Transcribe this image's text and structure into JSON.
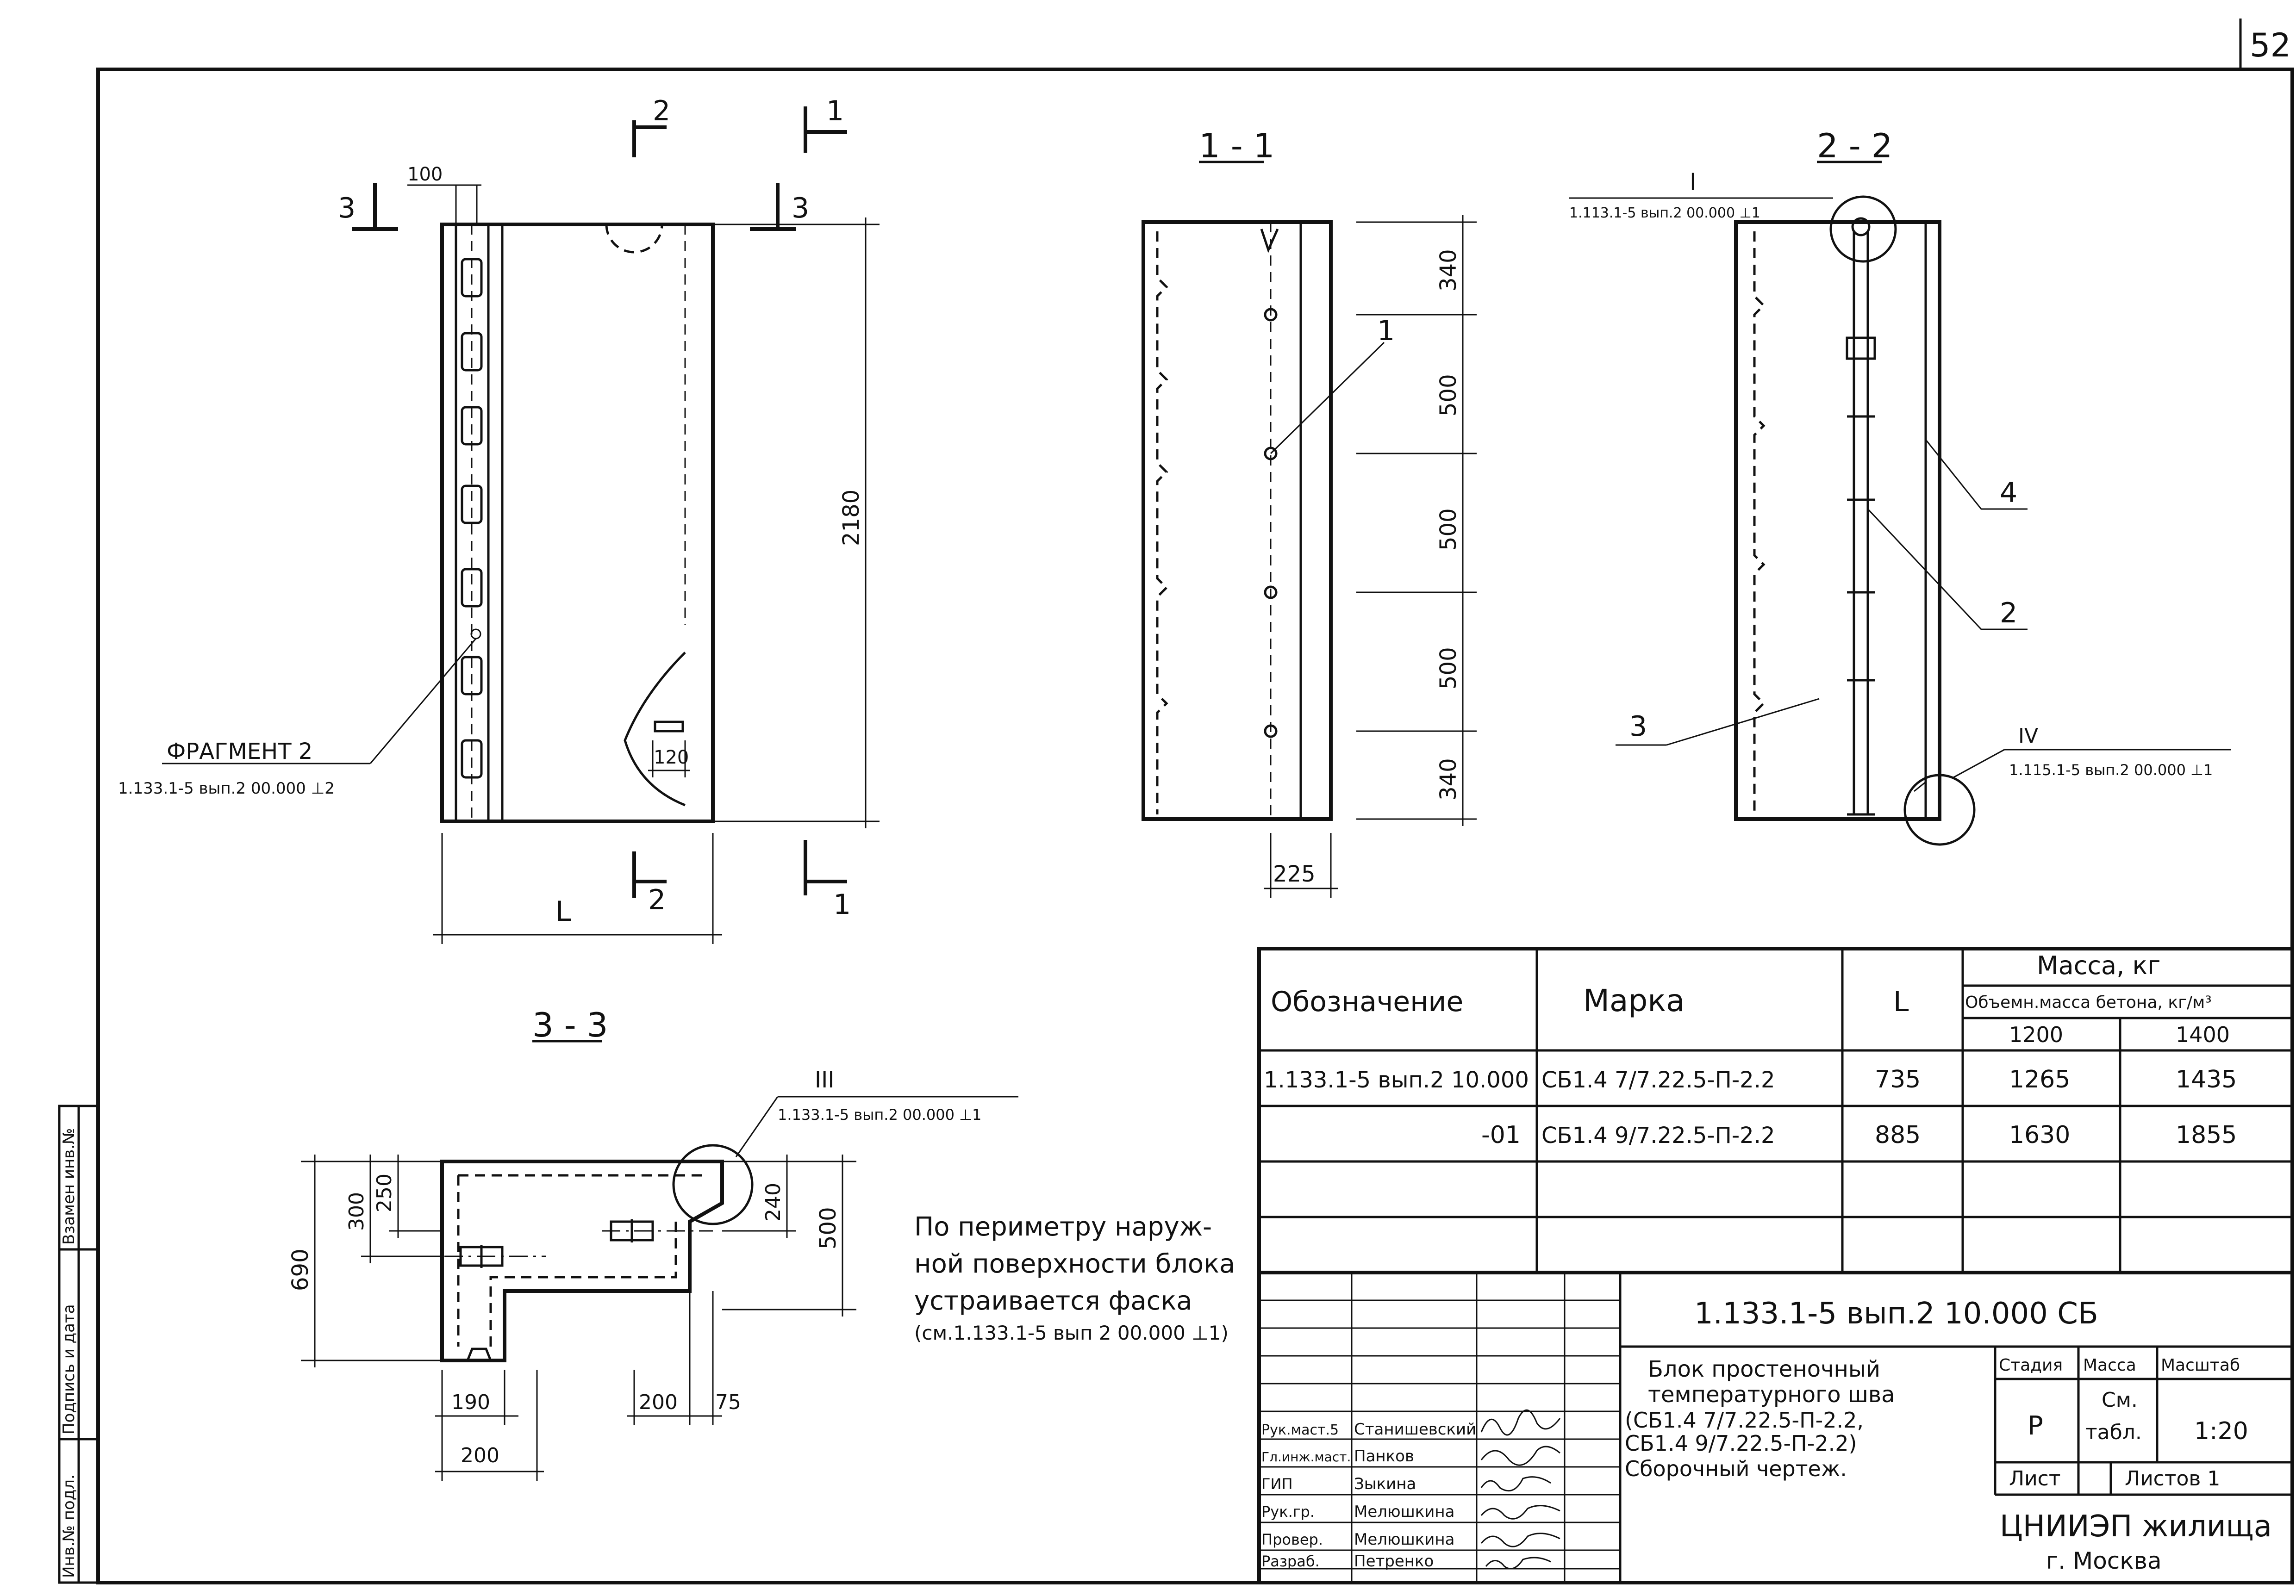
{
  "sheet_number": "52",
  "sections": {
    "s11": "1 - 1",
    "s22": "2 - 2",
    "s33": "3 - 3",
    "cut1": "1",
    "cut2": "2",
    "cut3": "3"
  },
  "view_main": {
    "dim_top": "100",
    "dim_height": "2180",
    "dim_slot": "120",
    "dim_L": "L",
    "fragment_label": "ФРАГМЕНТ 2",
    "fragment_ref": "1.133.1-5 вып.2 00.000 ⊥2"
  },
  "view_11": {
    "dims": [
      "340",
      "500",
      "500",
      "500",
      "340"
    ],
    "dim_width": "225",
    "pos1": "1"
  },
  "view_22": {
    "node_I_label": "I",
    "node_I_ref": "1.113.1-5 вып.2 00.000 ⊥1",
    "node_IV_label": "IV",
    "node_IV_ref": "1.115.1-5 вып.2 00.000 ⊥1",
    "pos2": "2",
    "pos3": "3",
    "pos4": "4"
  },
  "view_33": {
    "node_III_label": "III",
    "node_III_ref": "1.133.1-5 вып.2 00.000 ⊥1",
    "dims": {
      "d690": "690",
      "d300": "300",
      "d250": "250",
      "d240": "240",
      "d500": "500",
      "d190": "190",
      "d200a": "200",
      "d200b": "200",
      "d75": "75"
    }
  },
  "note": {
    "line1": "По периметру наруж-",
    "line2": "ной поверхности блока",
    "line3": "устраивается фаска",
    "line4": "(см.1.133.1-5 вып 2 00.000 ⊥1)"
  },
  "spec_table": {
    "headers": {
      "designation": "Обозначение",
      "mark": "Марка",
      "L": "L",
      "mass": "Масса, кг",
      "density": "Объемн.масса бетона, кг/м³",
      "d1200": "1200",
      "d1400": "1400"
    },
    "rows": [
      {
        "designation": "1.133.1-5 вып.2 10.000",
        "mark": "СБ1.4 7/7.22.5-П-2.2",
        "L": "735",
        "m1200": "1265",
        "m1400": "1435"
      },
      {
        "designation": "-01",
        "mark": "СБ1.4 9/7.22.5-П-2.2",
        "L": "885",
        "m1200": "1630",
        "m1400": "1855"
      }
    ]
  },
  "title_block": {
    "code": "1.133.1-5 вып.2 10.000 СБ",
    "title_lines": [
      "Блок простеночный",
      "температурного шва",
      "(СБ1.4 7/7.22.5-П-2.2,",
      "СБ1.4 9/7.22.5-П-2.2)",
      "Сборочный чертеж."
    ],
    "stage_label": "Стадия",
    "mass_label": "Масса",
    "scale_label": "Масштаб",
    "stage_value": "Р",
    "mass_value_1": "См.",
    "mass_value_2": "табл.",
    "scale_value": "1:20",
    "sheet_label": "Лист",
    "sheets_label": "Листов 1",
    "org_name": "ЦНИИЭП жилища",
    "org_city": "г. Москва",
    "signatures": [
      {
        "role": "Рук.маст.5",
        "name": "Станишевский"
      },
      {
        "role": "Гл.инж.маст.",
        "name": "Панков"
      },
      {
        "role": "ГИП",
        "name": "Зыкина"
      },
      {
        "role": "Рук.гр.",
        "name": "Мелюшкина"
      },
      {
        "role": "Провер.",
        "name": "Мелюшкина"
      },
      {
        "role": "Разраб.",
        "name": "Петренко"
      }
    ]
  },
  "side_stamp": {
    "inv_no": "Инв.№ подл.",
    "sign_date": "Подпись и дата",
    "replace_inv": "Взамен инв.№"
  }
}
